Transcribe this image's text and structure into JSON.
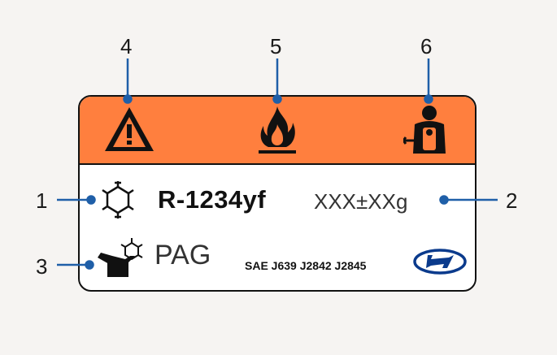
{
  "callouts": {
    "n1": "1",
    "n2": "2",
    "n3": "3",
    "n4": "4",
    "n5": "5",
    "n6": "6"
  },
  "label": {
    "refrigerant": "R-1234yf",
    "charge": "XXX±XXg",
    "oil": "PAG",
    "sae": "SAE J639 J2842 J2845"
  },
  "colors": {
    "header": "#ff7f3e",
    "leader": "#1f5fa8",
    "logo": "#0a3a8c"
  },
  "icons": [
    "warning-icon",
    "flammable-icon",
    "technician-icon",
    "refrigerant-icon",
    "oil-can-icon",
    "hyundai-logo-icon"
  ]
}
